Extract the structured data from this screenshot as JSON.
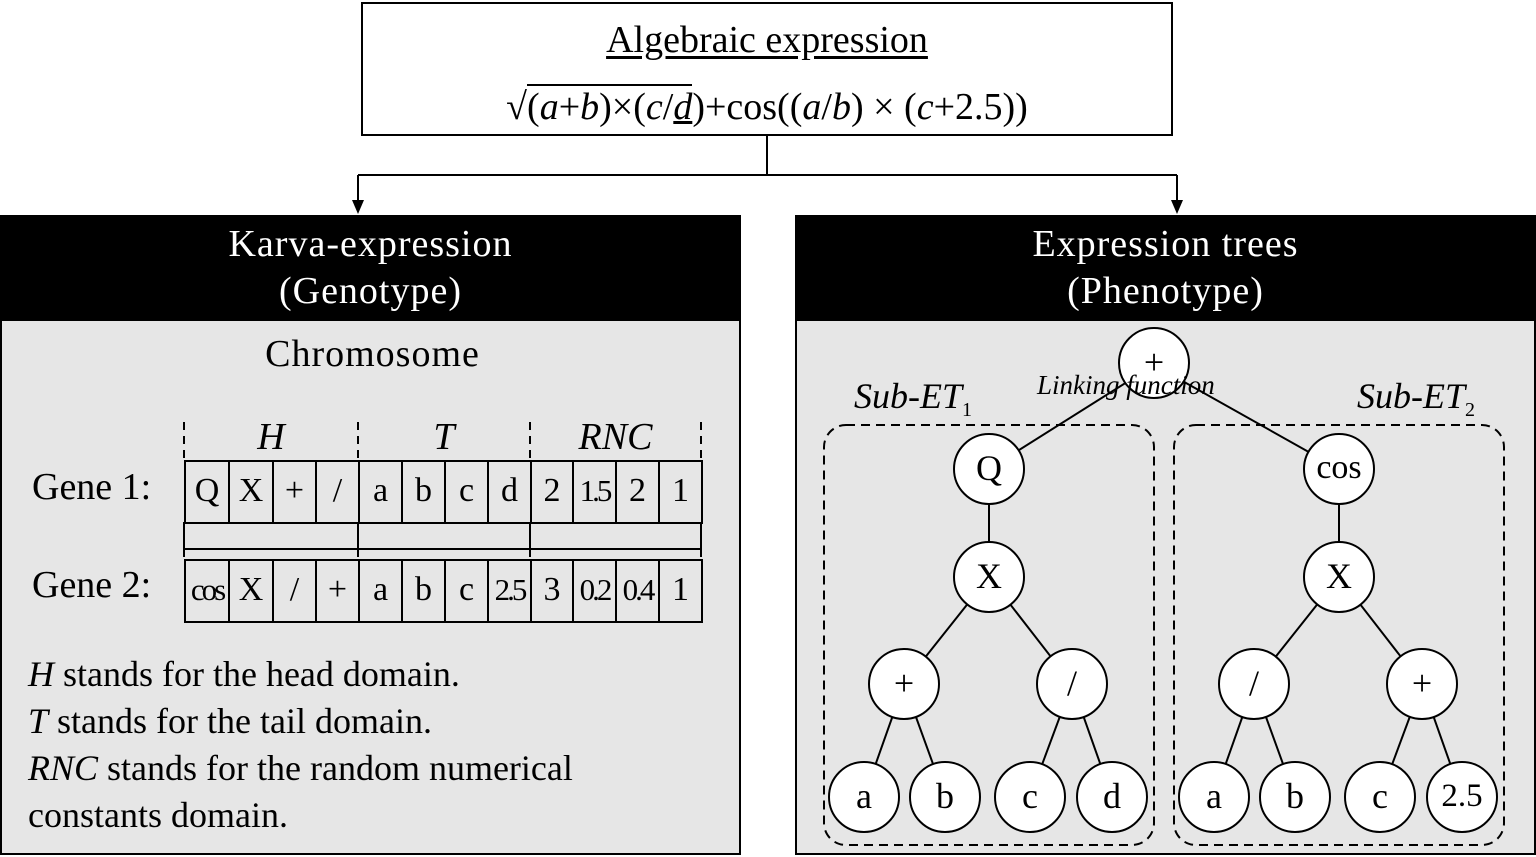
{
  "top": {
    "title": "Algebraic expression",
    "expr_sqrt": "√",
    "expr_part1": "(a+b)×(c/",
    "expr_d": "d",
    "expr_part2": ")+cos((a/b) × (c+2.5))"
  },
  "left_panel": {
    "header_line1": "Karva-expression",
    "header_line2": "(Genotype)",
    "chromosome_title": "Chromosome",
    "segments": [
      "H",
      "T",
      "RNC"
    ],
    "genes": [
      {
        "label": "Gene 1:",
        "cells": [
          "Q",
          "X",
          "+",
          "/",
          "a",
          "b",
          "c",
          "d",
          "2",
          "1.5",
          "2",
          "1"
        ]
      },
      {
        "label": "Gene 2:",
        "cells": [
          "cos",
          "X",
          "/",
          "+",
          "a",
          "b",
          "c",
          "2.5",
          "3",
          "0.2",
          "0.4",
          "1"
        ]
      }
    ],
    "notes": [
      {
        "term": "H",
        "text": " stands for the head domain."
      },
      {
        "term": "T",
        "text": " stands for the tail domain."
      },
      {
        "term": "RNC",
        "text": " stands for the random numerical"
      },
      {
        "term": "",
        "text": "constants domain."
      }
    ]
  },
  "right_panel": {
    "header_line1": "Expression trees",
    "header_line2": "(Phenotype)",
    "linking_label": "Linking function",
    "sub_et_1": {
      "name": "Sub-ET",
      "index": "1"
    },
    "sub_et_2": {
      "name": "Sub-ET",
      "index": "2"
    },
    "nodes": {
      "root": "+",
      "q": "Q",
      "cos": "cos",
      "x1": "X",
      "x2": "X",
      "plus1": "+",
      "div1": "/",
      "div2": "/",
      "plus2": "+",
      "leaves": [
        "a",
        "b",
        "c",
        "d",
        "a",
        "b",
        "c",
        "2.5"
      ]
    }
  }
}
